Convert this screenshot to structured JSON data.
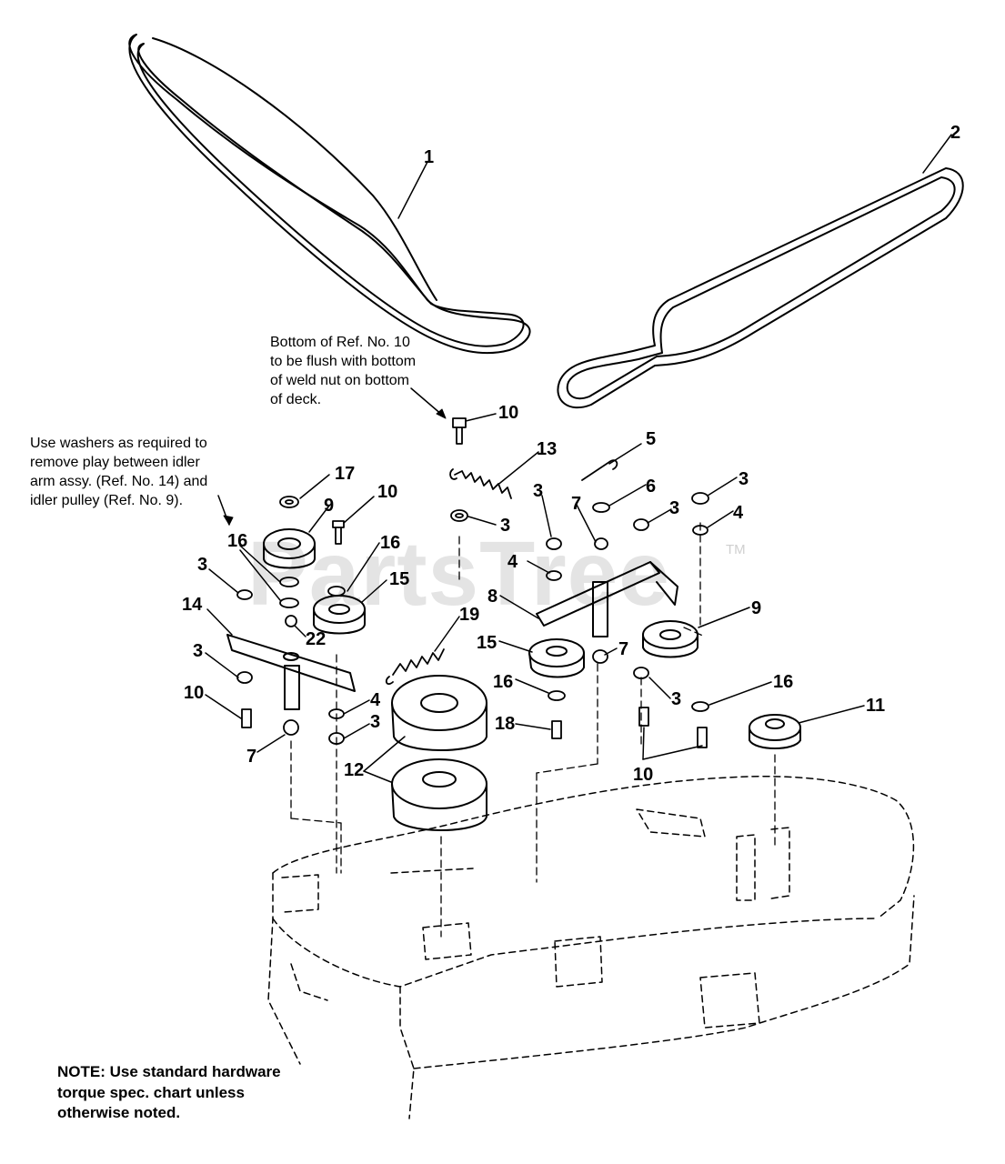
{
  "watermark": {
    "text": "PartsTree",
    "tm": "TM"
  },
  "notes": {
    "weld_nut": "Bottom of Ref. No. 10\nto be flush with bottom\nof weld nut on bottom\nof deck.",
    "washers": "Use washers as required to\nremove play between idler\narm assy. (Ref. No. 14) and\nidler pulley (Ref. No. 9).",
    "torque": "NOTE: Use standard hardware\ntorque spec. chart unless\notherwise noted."
  },
  "callouts": {
    "c1": "1",
    "c2": "2",
    "c5": "5",
    "c10a": "10",
    "c13": "13",
    "c3a": "3",
    "c17": "17",
    "c9a": "9",
    "c10b": "10",
    "c16a": "16",
    "c16b": "16",
    "c3b": "3",
    "c15a": "15",
    "c14": "14",
    "c22": "22",
    "c19": "19",
    "c3c": "3",
    "c10c": "10",
    "c7a": "7",
    "c4a": "4",
    "c3d": "3",
    "c12": "12",
    "c3e": "3",
    "c7b": "7",
    "c6": "6",
    "c3f": "3",
    "c3g": "3",
    "c4b": "4",
    "c4c": "4",
    "c8": "8",
    "c9b": "9",
    "c15b": "15",
    "c7c": "7",
    "c16c": "16",
    "c18": "18",
    "c3h": "3",
    "c16d": "16",
    "c11": "11",
    "c10d": "10"
  }
}
